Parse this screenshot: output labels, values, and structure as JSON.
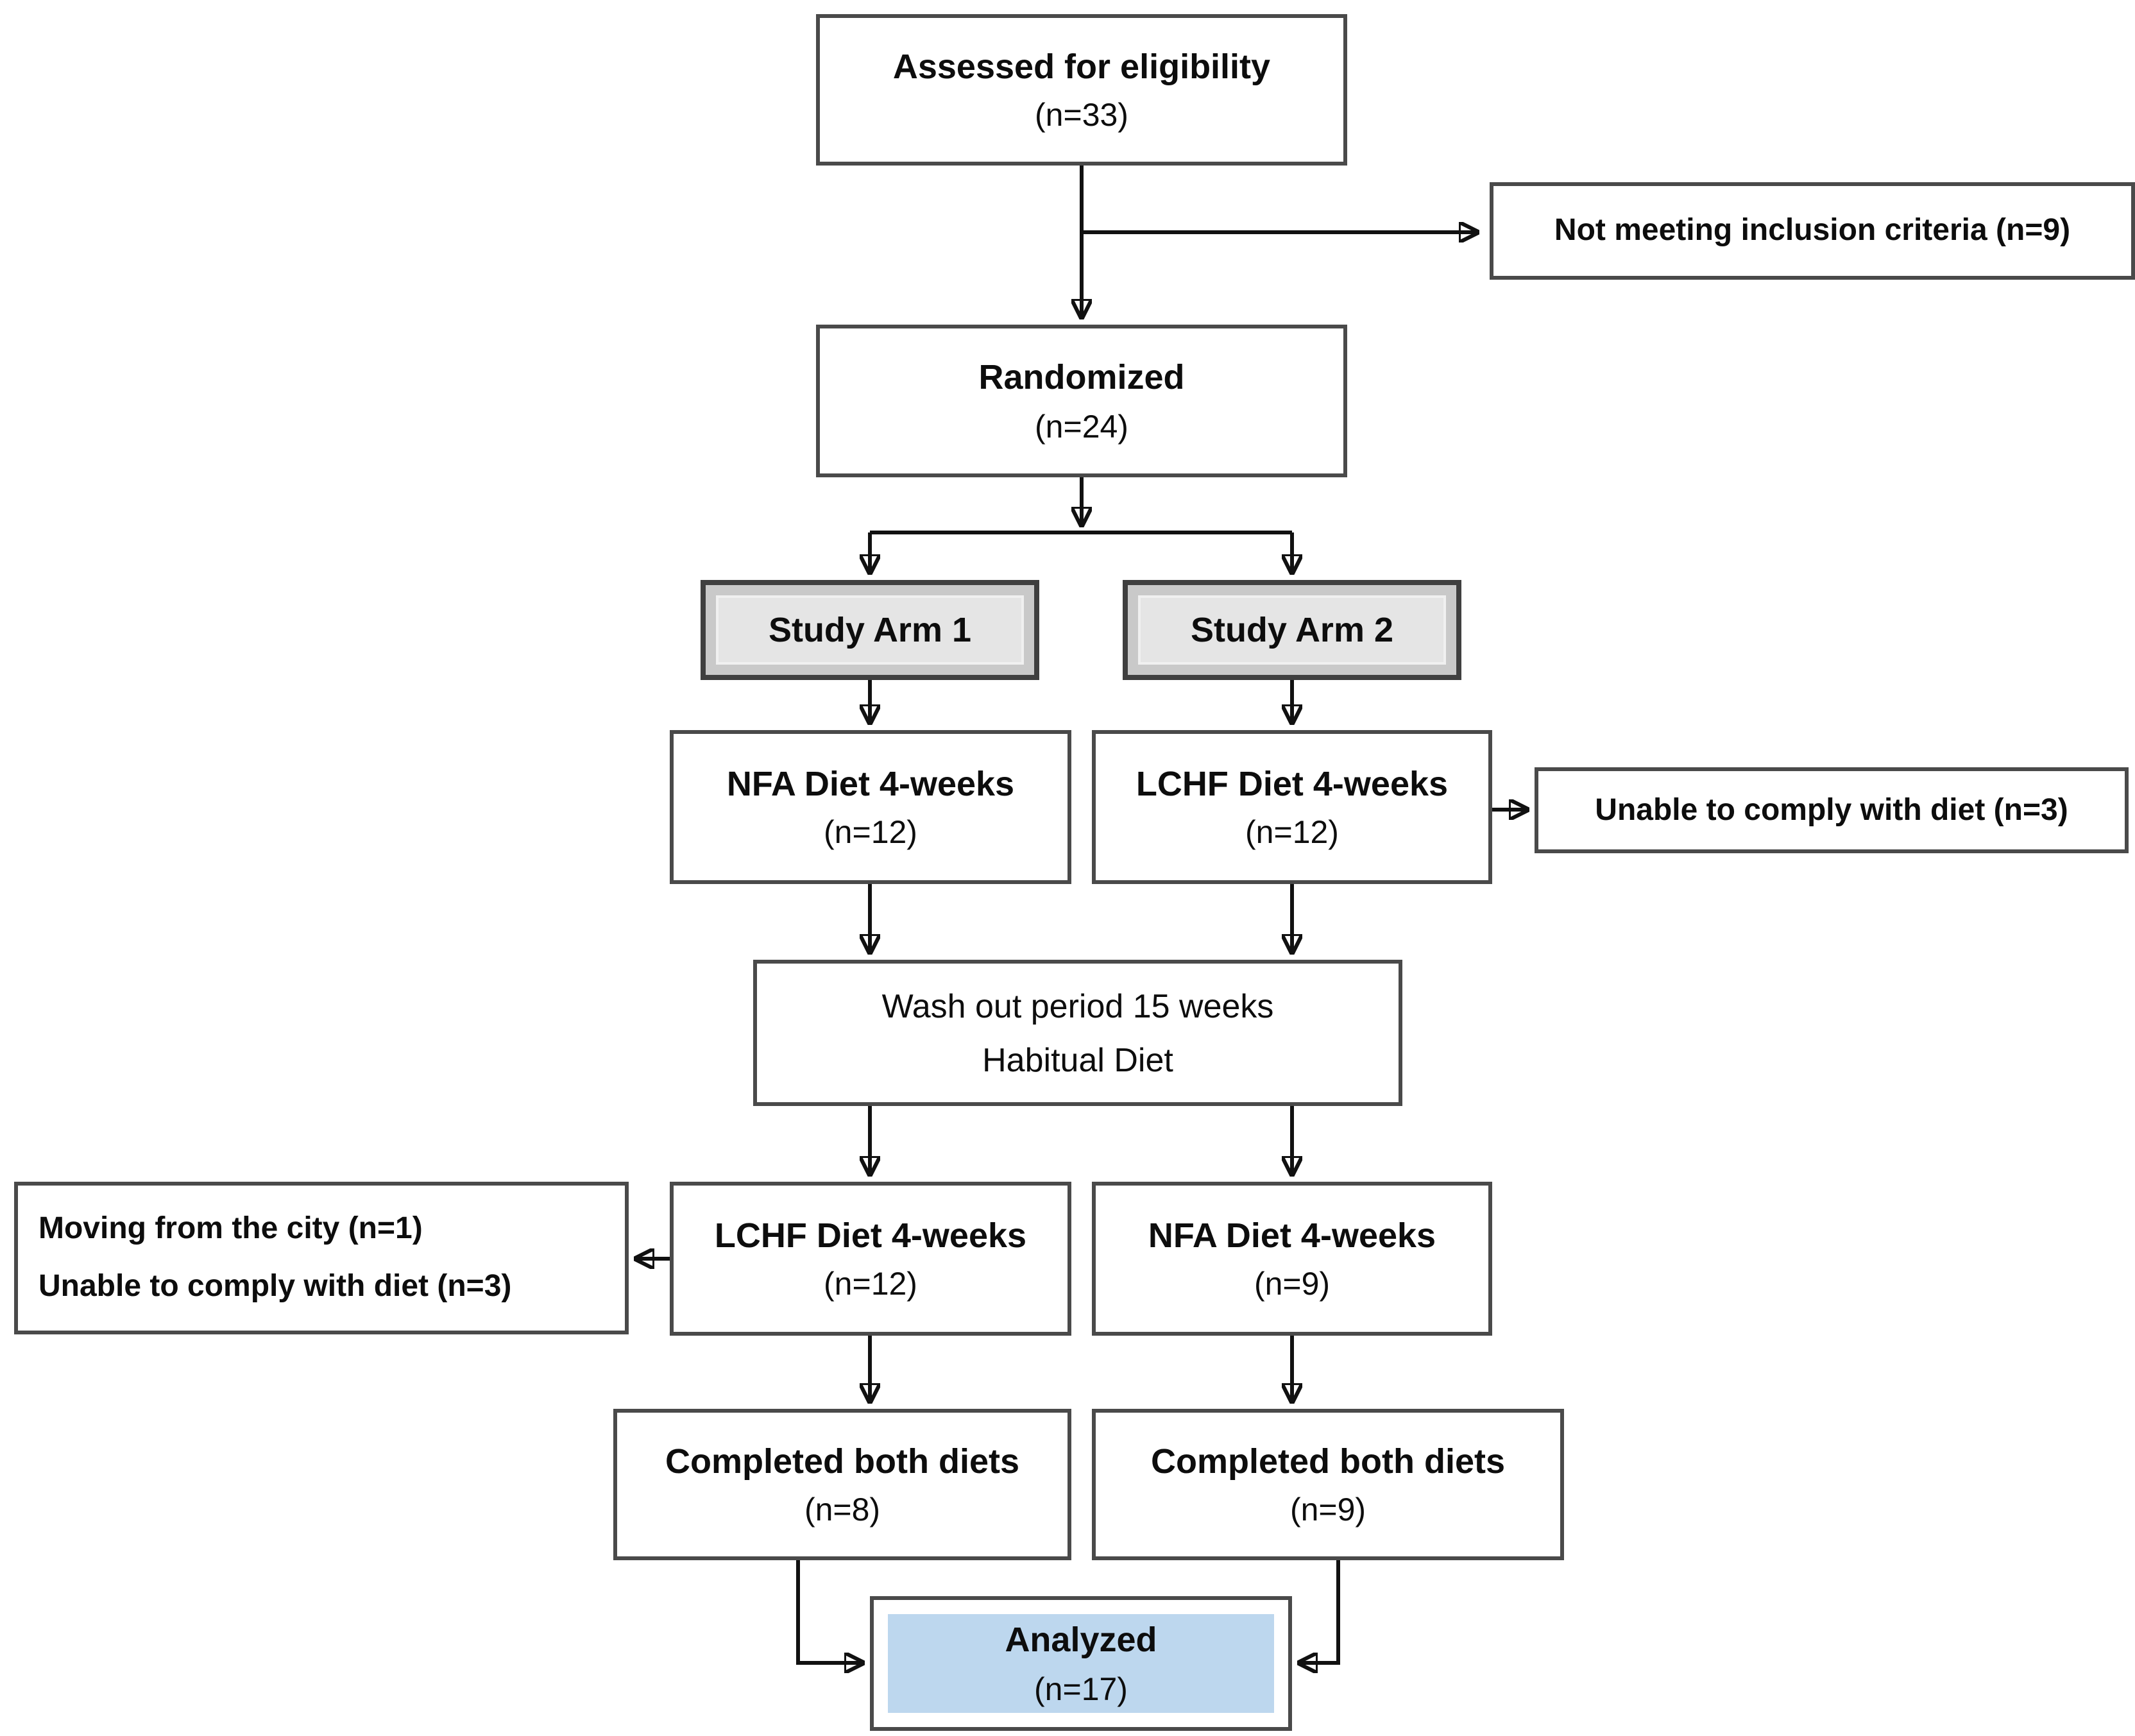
{
  "figure": {
    "type": "study-flow-diagram",
    "boxes": {
      "assessed": {
        "title": "Assessed for eligibility",
        "n": "(n=33)"
      },
      "not_meeting": {
        "label": "Not meeting inclusion criteria (n=9)"
      },
      "randomized": {
        "title": "Randomized",
        "n": "(n=24)"
      },
      "study_arm_1": {
        "label": "Study Arm 1"
      },
      "study_arm_2": {
        "label": "Study Arm 2"
      },
      "nfa_first": {
        "title": "NFA Diet 4-weeks",
        "n": "(n=12)"
      },
      "lchf_first": {
        "title": "LCHF Diet 4-weeks",
        "n": "(n=12)"
      },
      "unable_first": {
        "label": "Unable to comply with diet (n=3)"
      },
      "washout": {
        "line1": "Wash out period 15 weeks",
        "line2": "Habitual Diet"
      },
      "dropout_left": {
        "line1": "Moving from the city (n=1)",
        "line2": "Unable to comply with diet (n=3)"
      },
      "lchf_second": {
        "title": "LCHF Diet 4-weeks",
        "n": "(n=12)"
      },
      "nfa_second": {
        "title": "NFA Diet 4-weeks",
        "n": "(n=9)"
      },
      "completed_left": {
        "title": "Completed both diets",
        "n": "(n=8)"
      },
      "completed_right": {
        "title": "Completed both diets",
        "n": "(n=9)"
      },
      "analyzed": {
        "title": "Analyzed",
        "n": "(n=17)"
      }
    },
    "colors": {
      "background": "#ffffff",
      "box_border": "#4a4a4a",
      "connector": "#111111",
      "arm_frame": "#c9c9c9",
      "arm_inner": "#e5e5e5",
      "analyzed_fill": "#bdd7ee",
      "text": "#0d0d0d"
    }
  }
}
